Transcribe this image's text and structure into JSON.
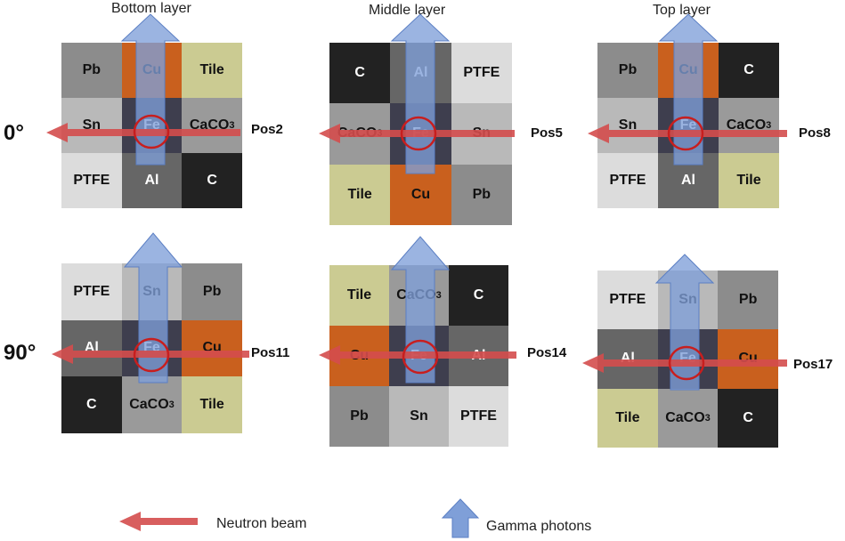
{
  "layer_titles": [
    "Bottom layer",
    "Middle layer",
    "Top layer"
  ],
  "angles": [
    "0°",
    "90°"
  ],
  "colors": {
    "Pb": "#8c8c8c",
    "Cu": "#c9601e",
    "Tile": "#cbcb92",
    "Sn": "#b9b9b9",
    "Fe": "#3e3e4e",
    "CaCO3": "#9a9a9a",
    "PTFE": "#dcdcdc",
    "Al": "#666666",
    "C": "#222222",
    "gamma_arrow": "#7f9fd8",
    "neutron_arrow": "#d44c4c",
    "circle": "#c81e1e"
  },
  "panels": [
    {
      "pos": "Pos2",
      "cells": [
        "Pb",
        "Cu",
        "Tile",
        "Sn",
        "Fe",
        "CaCO3",
        "PTFE",
        "Al",
        "C"
      ]
    },
    {
      "pos": "Pos5",
      "cells": [
        "C",
        "Al",
        "PTFE",
        "CaCO3",
        "Fe",
        "Sn",
        "Tile",
        "Cu",
        "Pb"
      ]
    },
    {
      "pos": "Pos8",
      "cells": [
        "Pb",
        "Cu",
        "C",
        "Sn",
        "Fe",
        "CaCO3",
        "PTFE",
        "Al",
        "Tile"
      ]
    },
    {
      "pos": "Pos11",
      "cells": [
        "PTFE",
        "Sn",
        "Pb",
        "Al",
        "Fe",
        "Cu",
        "C",
        "CaCO3",
        "Tile"
      ]
    },
    {
      "pos": "Pos14",
      "cells": [
        "Tile",
        "CaCO3",
        "C",
        "Cu",
        "Fe",
        "Al",
        "Pb",
        "Sn",
        "PTFE"
      ]
    },
    {
      "pos": "Pos17",
      "cells": [
        "PTFE",
        "Sn",
        "Pb",
        "Al",
        "Fe",
        "Cu",
        "Tile",
        "CaCO3",
        "C"
      ]
    }
  ],
  "legend": {
    "neutron": "Neutron beam",
    "gamma": "Gamma photons"
  }
}
